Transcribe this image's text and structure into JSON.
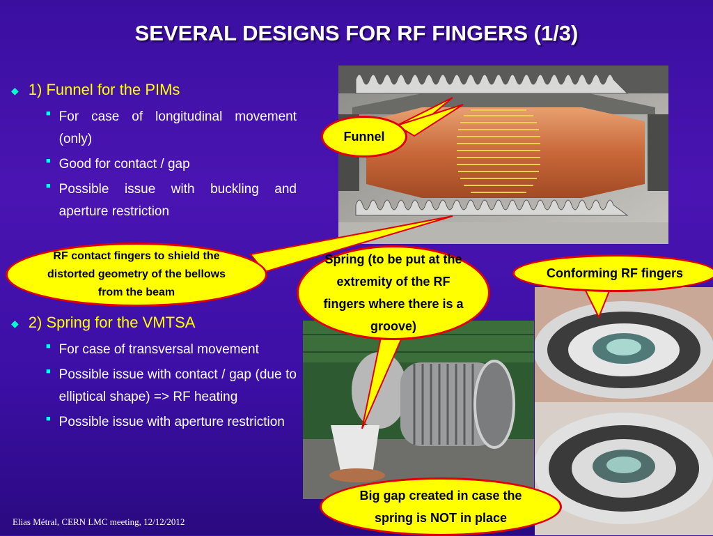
{
  "title": "SEVERAL DESIGNS FOR RF FINGERS (1/3)",
  "section1": {
    "heading": "1) Funnel for the PIMs",
    "bullets": [
      "For case of longitudinal movement (only)",
      "Good for contact / gap",
      "Possible issue with buckling and aperture restriction"
    ]
  },
  "section2": {
    "heading": "2) Spring for the VMTSA",
    "bullets": [
      "For case of transversal movement",
      "Possible issue with contact / gap (due to elliptical shape) => RF heating",
      "Possible issue with aperture restriction"
    ]
  },
  "callouts": {
    "funnel": "Funnel",
    "rf_contact": "RF contact fingers to shield the distorted geometry of the bellows from the beam",
    "spring": "Spring (to be put at the extremity of the RF fingers where there is a groove)",
    "conforming": "Conforming RF fingers",
    "big_gap": "Big gap created in case the spring is NOT in place"
  },
  "footer": "Elias Métral, CERN LMC meeting, 12/12/2012",
  "colors": {
    "background": "#4a14b2",
    "heading": "#ffff00",
    "callout_fill": "#ffff00",
    "callout_border": "#e00000",
    "bullet_marker": "#00ffff"
  }
}
